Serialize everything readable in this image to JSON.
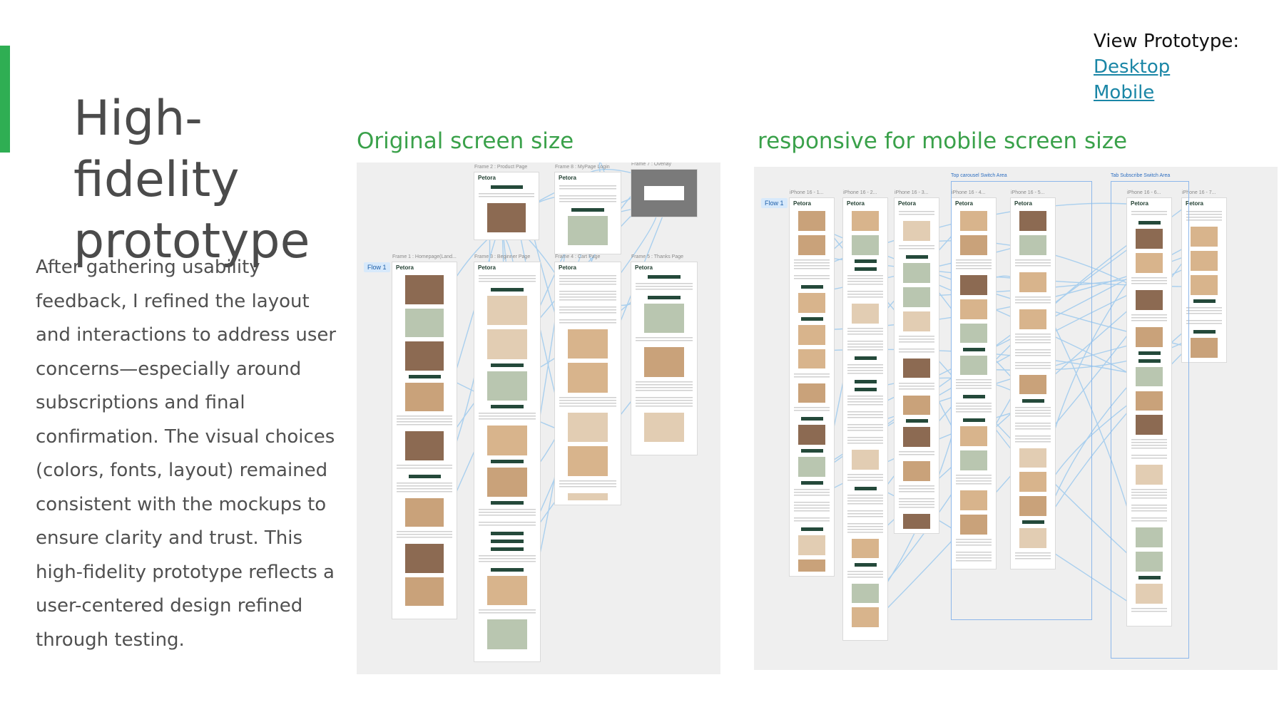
{
  "colors": {
    "accent_green": "#2fae53",
    "section_green": "#3aa14a",
    "link_blue": "#1a86a6",
    "canvas_bg": "#efefef",
    "connector_blue": "#a9cfee",
    "frame_green_dark": "#24493a"
  },
  "slide": {
    "title": "High-fidelity prototype",
    "body": "After gathering usability feedback, I refined the layout and interactions to address user concerns—especially around subscriptions and final confirmation. The visual choices (colors, fonts, layout) remained consistent with the mockups to ensure clarity and trust. This high-fidelity prototype reflects a user-centered design refined through testing."
  },
  "view_prototype": {
    "label": "View Prototype:",
    "links": [
      "Desktop",
      "Mobile"
    ]
  },
  "sections": {
    "original": {
      "label": "Original screen size",
      "flow_tag": "Flow 1",
      "brand": "Petora",
      "frame_captions": [
        "Frame 2 : Product Page",
        "Frame 8 : MyPage Login",
        "Frame 7 : Overlay",
        "Frame 1 : Homepage(Land...",
        "Frame 3 : Beginner Page",
        "Frame 4 : Cart Page",
        "Frame 5 : Thanks Page"
      ]
    },
    "responsive": {
      "label": "responsive for mobile screen size",
      "flow_tag": "Flow 1",
      "brand": "Petora",
      "frame_captions": [
        "iPhone 16 - 1...",
        "iPhone 16 - 2...",
        "iPhone 16 - 3...",
        "iPhone 16 - 4...",
        "iPhone 16 - 5...",
        "iPhone 16 - 6...",
        "iPhone 16 - 7..."
      ],
      "area_captions": [
        "Top carousel Switch Area",
        "Tab Subscribe Switch Area"
      ]
    }
  }
}
